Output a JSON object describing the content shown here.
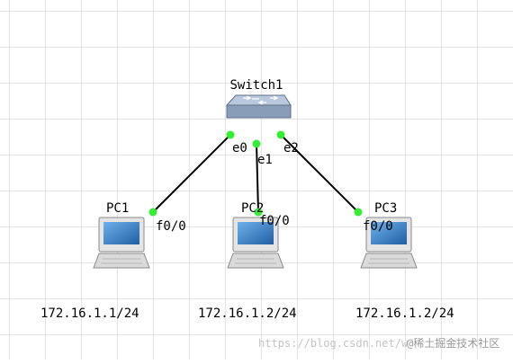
{
  "topology": {
    "switch": {
      "label": "Switch1"
    },
    "pcs": [
      {
        "label": "PC1",
        "port": "f0/0",
        "ip": "172.16.1.1/24"
      },
      {
        "label": "PC2",
        "port": "f0/0",
        "ip": "172.16.1.2/24"
      },
      {
        "label": "PC3",
        "port": "f0/0",
        "ip": "172.16.1.2/24"
      }
    ],
    "switch_ports": [
      "e0",
      "e1",
      "e2"
    ]
  },
  "watermark": {
    "url": "https://blog.csdn.net/w",
    "brand": "@稀土掘金技术社区"
  },
  "colors": {
    "grid": "#c8c8c8",
    "link": "#000000",
    "port_dot": "#33ee33",
    "switch_body": "#8a9db8",
    "switch_top": "#b9c8dc",
    "screen": "#3b7fc4"
  }
}
